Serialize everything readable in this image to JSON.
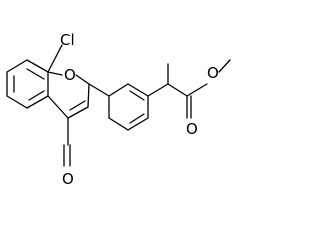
{
  "molecule": {
    "atoms": {
      "chlorine": "Cl",
      "ring_oxygen": "O",
      "ketone_oxygen": "O",
      "carbonyl_oxygen": "O",
      "ester_oxygen": "O"
    }
  },
  "colors": {
    "ink": "#000000",
    "background": "#ffffff"
  }
}
